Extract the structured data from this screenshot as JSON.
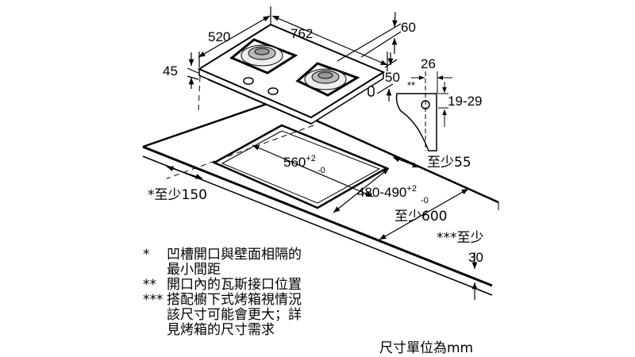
{
  "dimensions": {
    "width": "762",
    "depth": "520",
    "height": "45",
    "back_offset": "60",
    "front_offset": "50",
    "gas_offset": "26",
    "gas_mark": "**",
    "gas_height": "19-29",
    "cutout_width": "560",
    "cutout_width_tol_plus": "+2",
    "cutout_width_tol_minus": "-0",
    "cutout_depth": "480-490",
    "cutout_depth_tol_plus": "+2",
    "cutout_depth_tol_minus": "-0",
    "min_wall": "*至少150",
    "min_back": "至少55",
    "min_front": "至少600",
    "min_oven_label": "***至少",
    "min_oven_value": "30"
  },
  "notes": [
    {
      "mark": "*",
      "lines": [
        "凹槽開口與壁面相隔的",
        "最小間距"
      ]
    },
    {
      "mark": "**",
      "lines": [
        "開口內的瓦斯接口位置"
      ]
    },
    {
      "mark": "***",
      "lines": [
        "搭配櫥下式烤箱視情況",
        "該尺寸可能會更大；詳",
        "見烤箱的尺寸需求"
      ]
    }
  ],
  "unit_note": "尺寸單位為mm"
}
